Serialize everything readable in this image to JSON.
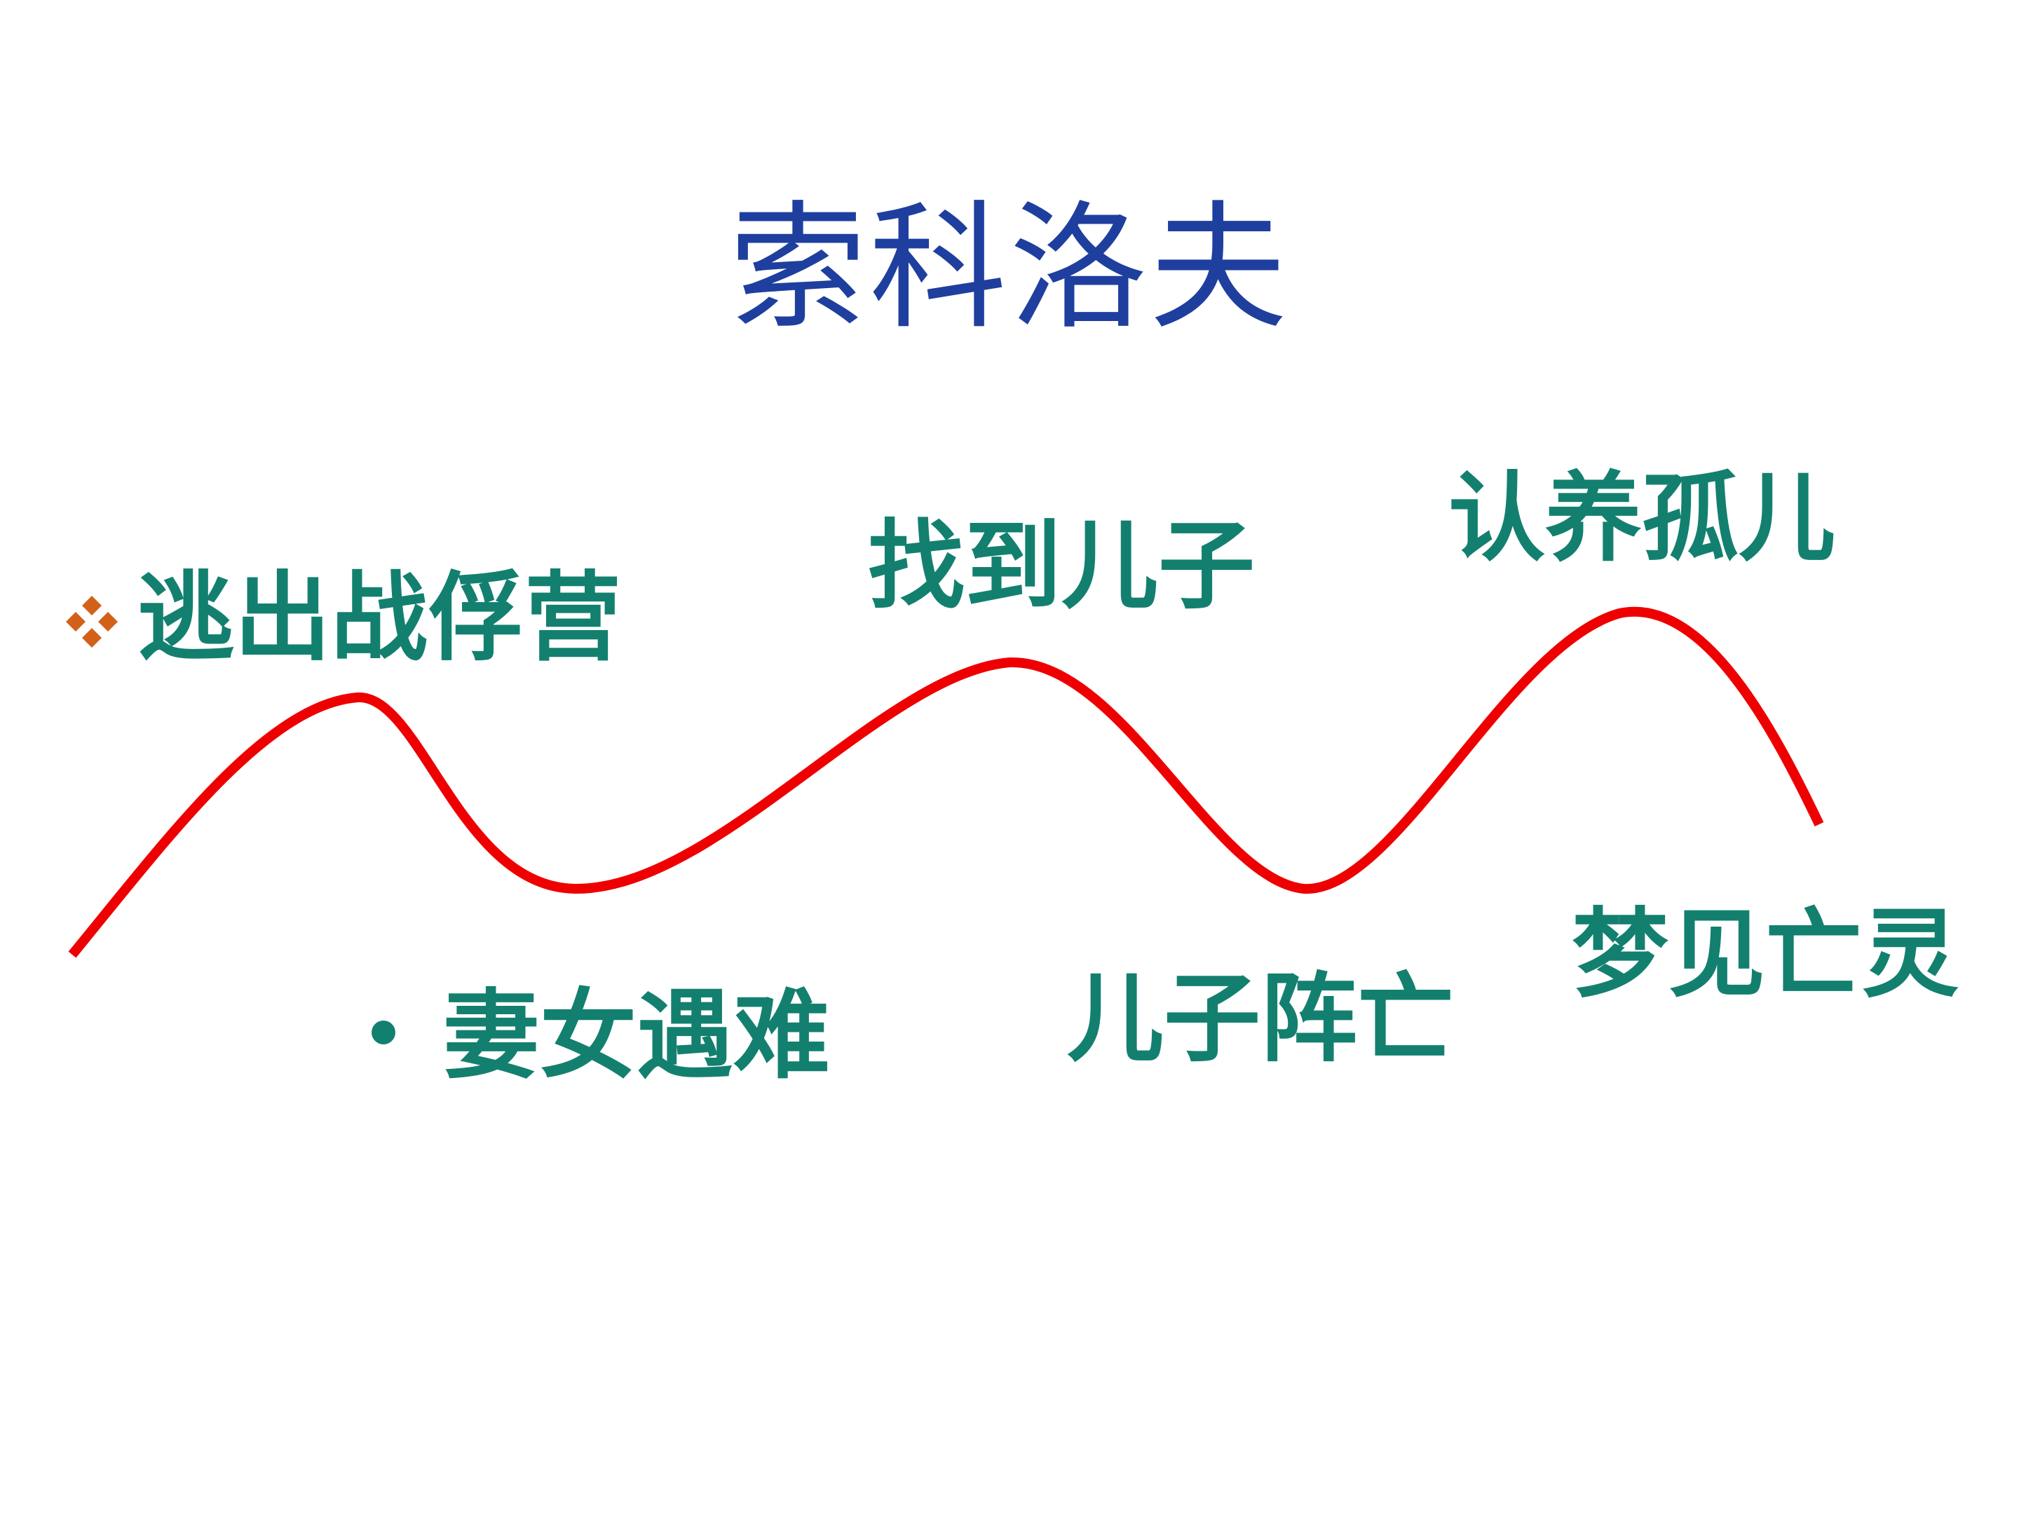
{
  "slide": {
    "title": "索科洛夫",
    "colors": {
      "title": "#1f3f9f",
      "label": "#13806f",
      "curve": "#ee0000",
      "diamond_bullet": "#d2611a",
      "dot_bullet": "#13806f"
    },
    "events": [
      {
        "id": "escape",
        "text": "逃出战俘营",
        "kind": "high"
      },
      {
        "id": "family-killed",
        "text": "妻女遇难",
        "kind": "low"
      },
      {
        "id": "find-son",
        "text": "找到儿子",
        "kind": "high"
      },
      {
        "id": "son-killed",
        "text": "儿子阵亡",
        "kind": "low"
      },
      {
        "id": "adopt-orphan",
        "text": "认养孤儿",
        "kind": "high"
      },
      {
        "id": "dream-dead",
        "text": "梦见亡灵",
        "kind": "low"
      }
    ],
    "icons": {
      "first_bullet": "diamond-cluster-icon",
      "second_bullet": "dot-icon"
    }
  }
}
